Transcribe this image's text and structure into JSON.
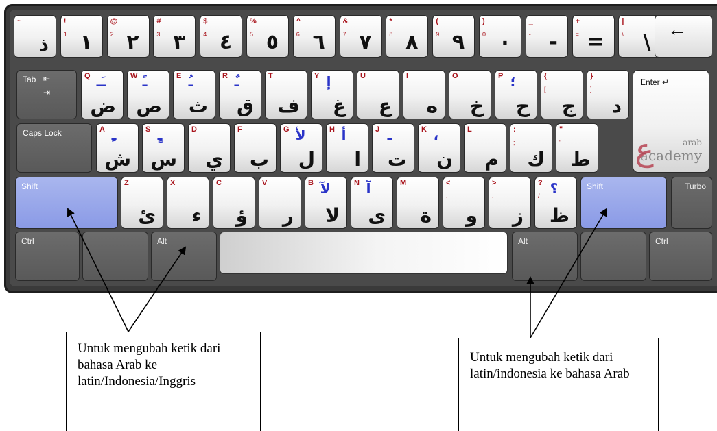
{
  "keyboard": {
    "row1": [
      {
        "lat": "~",
        "ar": "ذ",
        "num": false
      },
      {
        "lat": "!",
        "lat2": "1",
        "ar": "١",
        "num": true
      },
      {
        "lat": "@",
        "lat2": "2",
        "ar": "٢",
        "num": true
      },
      {
        "lat": "#",
        "lat2": "3",
        "ar": "٣",
        "num": true
      },
      {
        "lat": "$",
        "lat2": "4",
        "ar": "٤",
        "num": true
      },
      {
        "lat": "%",
        "lat2": "5",
        "ar": "٥",
        "num": true
      },
      {
        "lat": "^",
        "lat2": "6",
        "ar": "٦",
        "num": true
      },
      {
        "lat": "&",
        "lat2": "7",
        "ar": "٧",
        "num": true
      },
      {
        "lat": "*",
        "lat2": "8",
        "ar": "٨",
        "num": true
      },
      {
        "lat": "(",
        "lat2": "9",
        "ar": "٩",
        "num": true
      },
      {
        "lat": ")",
        "lat2": "0",
        "ar": "٠",
        "num": true
      },
      {
        "lat": "_",
        "lat2": "-",
        "ar": "-",
        "num": true
      },
      {
        "lat": "+",
        "lat2": "=",
        "ar": "=",
        "num": true
      },
      {
        "lat": "|",
        "lat2": "\\",
        "ar": "\\",
        "num": true
      }
    ],
    "backspace": "←",
    "row2": [
      {
        "lat": "Q",
        "sh": "ـَـ",
        "ar": "ض"
      },
      {
        "lat": "W",
        "sh": "ـً",
        "ar": "ص"
      },
      {
        "lat": "E",
        "sh": "ـُ",
        "ar": "ث"
      },
      {
        "lat": "R",
        "sh": "ـٌ",
        "ar": "ق"
      },
      {
        "lat": "T",
        "sh": "",
        "ar": "ف"
      },
      {
        "lat": "Y",
        "sh": "إ",
        "ar": "غ"
      },
      {
        "lat": "U",
        "sh": "",
        "ar": "ع"
      },
      {
        "lat": "I",
        "sh": "",
        "ar": "ه"
      },
      {
        "lat": "O",
        "sh": "",
        "ar": "خ"
      },
      {
        "lat": "P",
        "sh": "؛",
        "ar": "ح"
      },
      {
        "lat": "{",
        "lat2": "[",
        "sh": "",
        "ar": "ج"
      },
      {
        "lat": "}",
        "lat2": "]",
        "sh": "",
        "ar": "د"
      }
    ],
    "tab_label": "Tab",
    "enter_label": "Enter",
    "logo_line1": "arab",
    "logo_line2": "academy",
    "row3": [
      {
        "lat": "A",
        "sh": "ـِ",
        "ar": "ش"
      },
      {
        "lat": "S",
        "sh": "ـٍ",
        "ar": "س"
      },
      {
        "lat": "D",
        "sh": "",
        "ar": "ي"
      },
      {
        "lat": "F",
        "sh": "",
        "ar": "ب"
      },
      {
        "lat": "G",
        "sh": "لأ",
        "ar": "ل"
      },
      {
        "lat": "H",
        "sh": "أ",
        "ar": "ا"
      },
      {
        "lat": "J",
        "sh": "ـ",
        "ar": "ت"
      },
      {
        "lat": "K",
        "sh": "،",
        "ar": "ن"
      },
      {
        "lat": "L",
        "sh": "",
        "ar": "م"
      },
      {
        "lat": ":",
        "lat2": ";",
        "sh": "",
        "ar": "ك"
      },
      {
        "lat": "\"",
        "lat2": "'",
        "sh": "",
        "ar": "ط"
      }
    ],
    "caps_label": "Caps Lock",
    "row4": [
      {
        "lat": "Z",
        "sh": "",
        "ar": "ئ"
      },
      {
        "lat": "X",
        "sh": "",
        "ar": "ء"
      },
      {
        "lat": "C",
        "sh": "",
        "ar": "ؤ"
      },
      {
        "lat": "V",
        "sh": "",
        "ar": "ر"
      },
      {
        "lat": "B",
        "sh": "لآ",
        "ar": "لا"
      },
      {
        "lat": "N",
        "sh": "آ",
        "ar": "ى"
      },
      {
        "lat": "M",
        "sh": "",
        "ar": "ة"
      },
      {
        "lat": "<",
        "lat2": ",",
        "sh": "",
        "ar": "و"
      },
      {
        "lat": ">",
        "lat2": ".",
        "sh": "",
        "ar": "ز"
      },
      {
        "lat": "?",
        "lat2": "/",
        "sh": "؟",
        "ar": "ظ"
      }
    ],
    "shift_left": "Shift",
    "shift_right": "Shift",
    "turbo": "Turbo",
    "ctrl_left": "Ctrl",
    "alt_left": "Alt",
    "alt_right": "Alt",
    "ctrl_right": "Ctrl"
  },
  "callout_left": "Untuk mengubah ketik dari bahasa Arab ke latin/Indonesia/Inggris",
  "callout_right": "Untuk mengubah ketik dari latin/indonesia ke bahasa Arab"
}
